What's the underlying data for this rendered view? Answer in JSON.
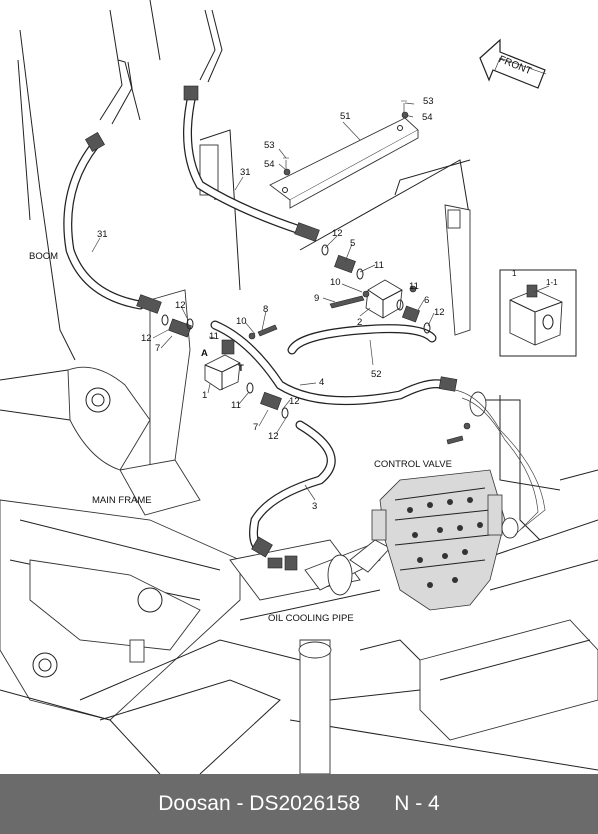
{
  "labels": {
    "boom": "BOOM",
    "main_frame": "MAIN FRAME",
    "control_valve": "CONTROL VALVE",
    "oil_cooling_pipe": "OIL COOLING PIPE",
    "front": "FRONT"
  },
  "callouts": {
    "c53a": "53",
    "c54a": "54",
    "c51": "51",
    "c53b": "53",
    "c54b": "54",
    "c31a": "31",
    "c31b": "31",
    "c12a": "12",
    "c5": "5",
    "c11a": "11",
    "c10a": "10",
    "c9": "9",
    "c2": "2",
    "c11b": "11",
    "c6": "6",
    "c12b": "12",
    "c12c": "12",
    "c12d": "12",
    "c7a": "7",
    "c11c": "11",
    "c8": "8",
    "c10b": "10",
    "cA": "A",
    "cT": "T",
    "c1": "1",
    "c11d": "11",
    "c4": "4",
    "c52": "52",
    "c7b": "7",
    "c12e": "12",
    "c12f": "12",
    "c3": "3"
  },
  "inset": {
    "c1": "1",
    "c1_1": "1-1"
  },
  "footer": {
    "brand_part": "Doosan - DS2026158",
    "page": "N - 4"
  }
}
